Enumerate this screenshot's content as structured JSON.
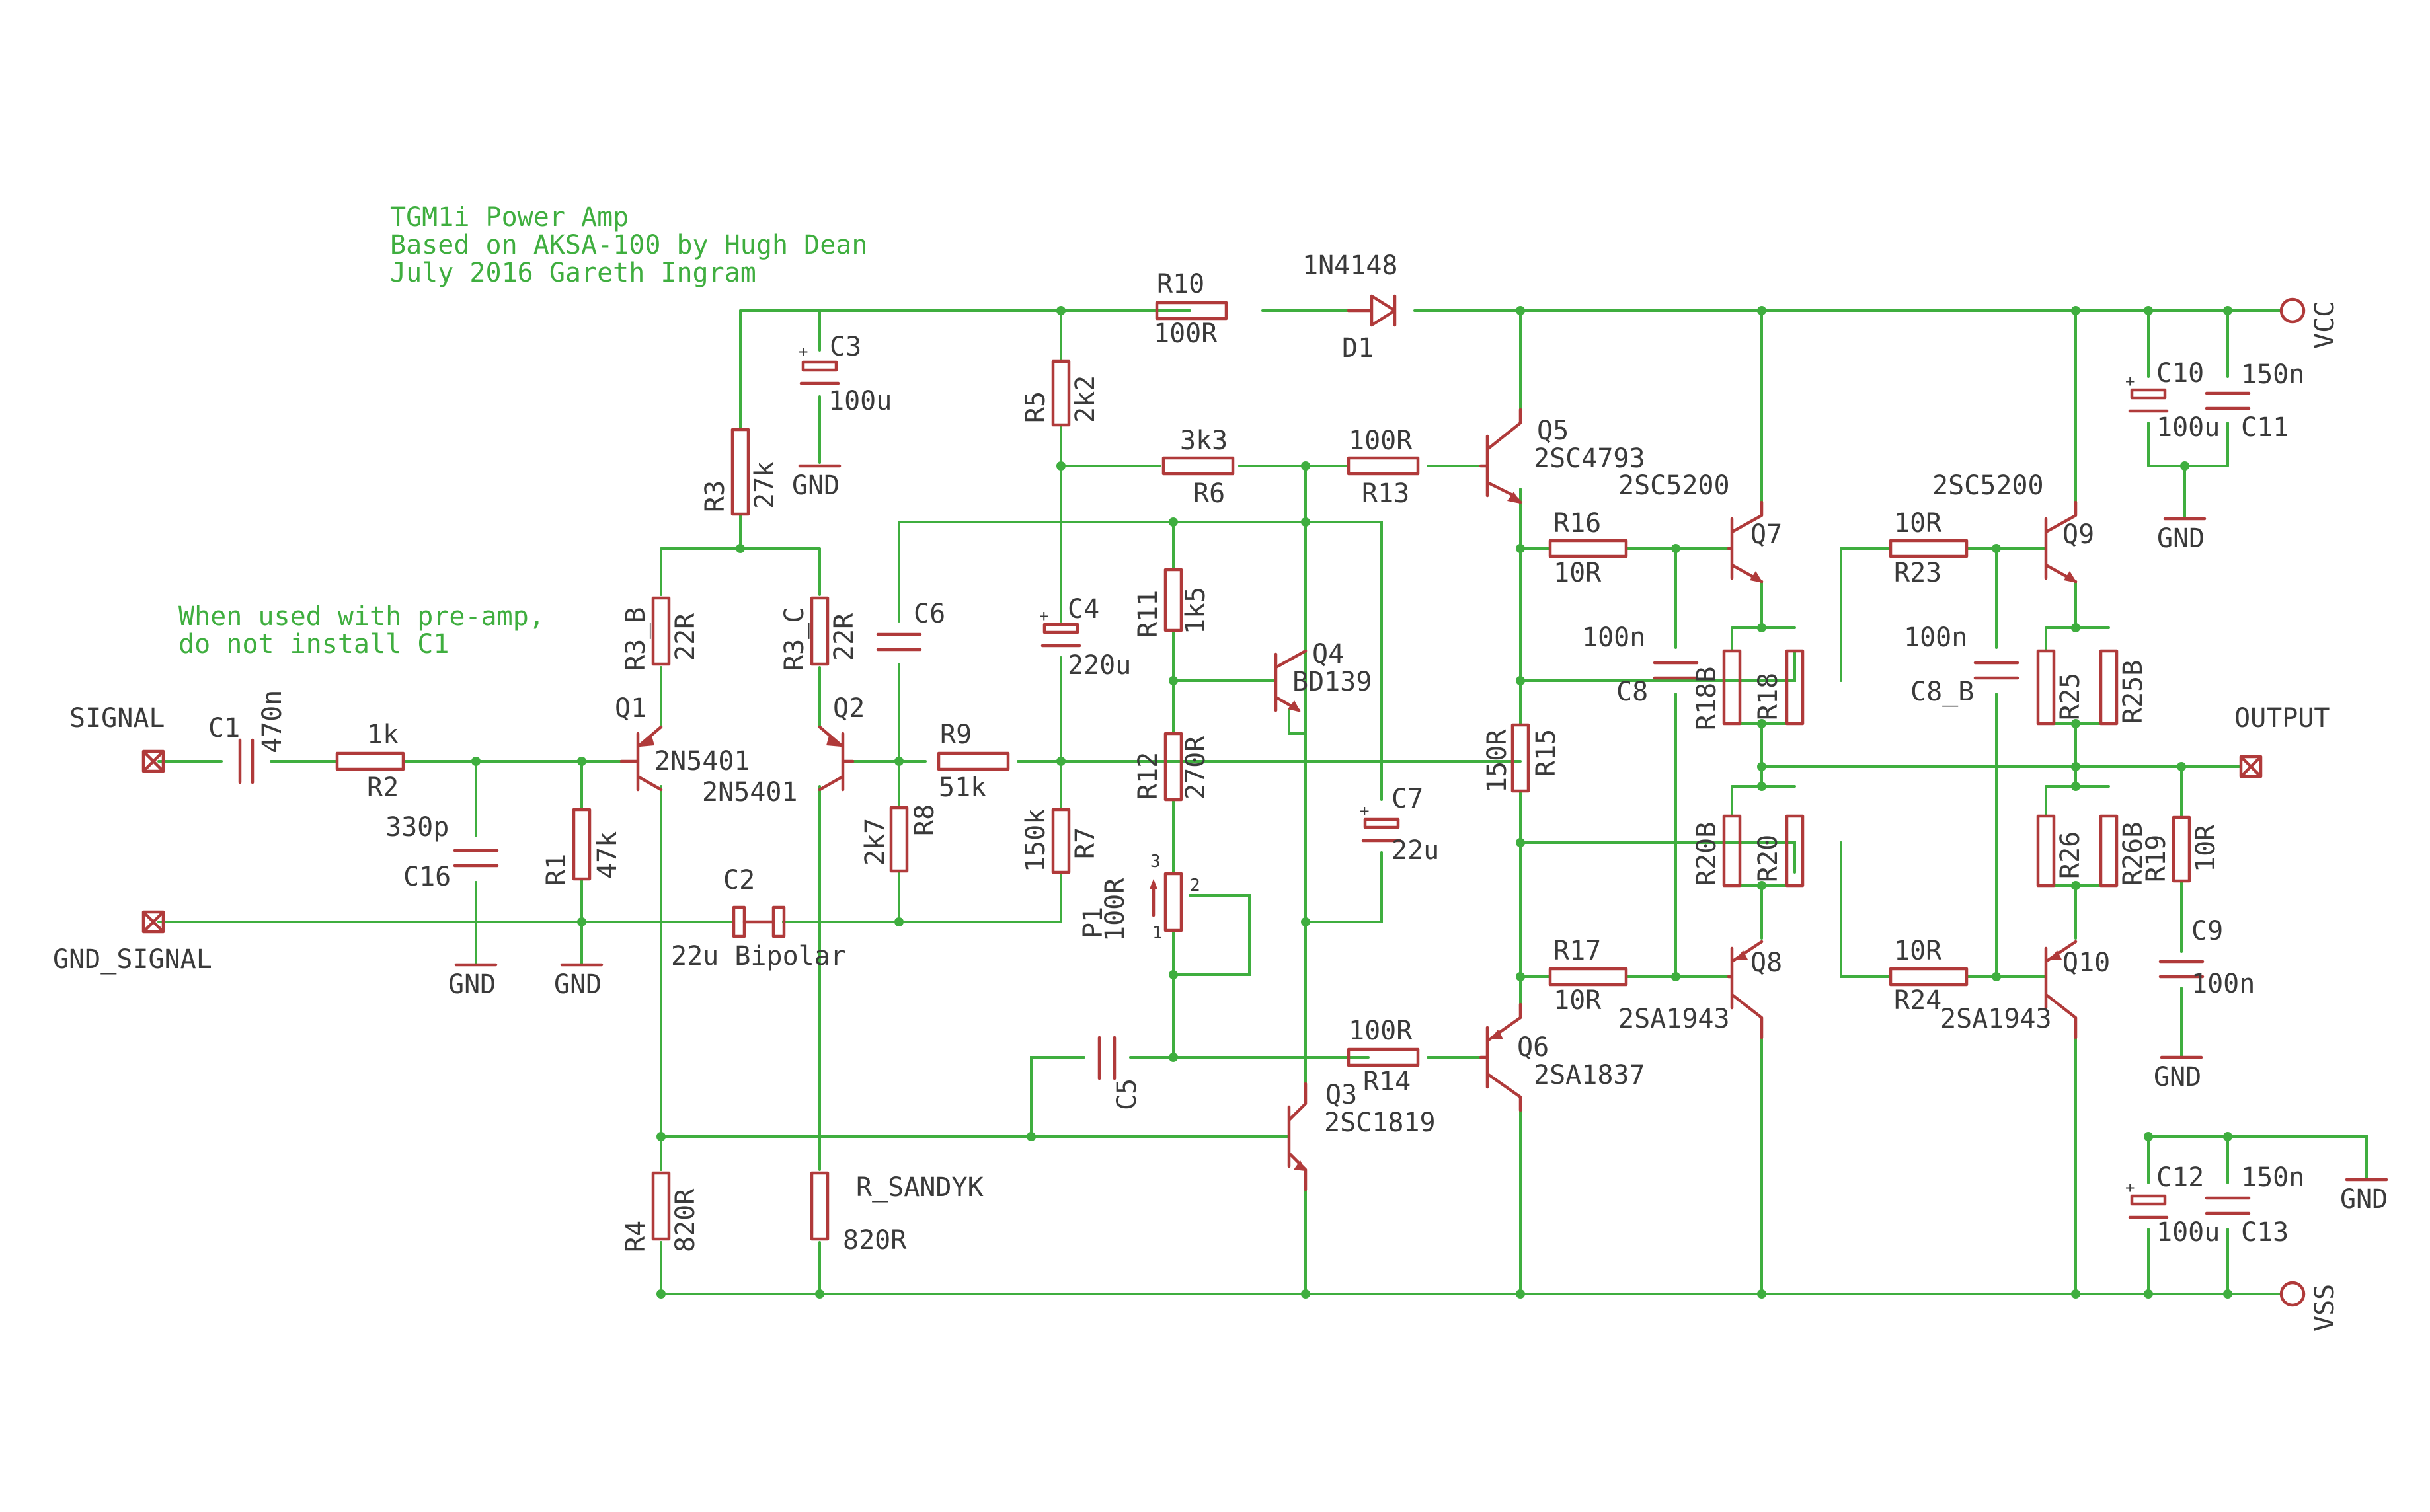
{
  "notes": {
    "title_lines": [
      "TGM1i  Power Amp",
      "Based on AKSA-100 by Hugh Dean",
      "July 2016 Gareth Ingram"
    ],
    "preamp_lines": [
      "When used with pre-amp,",
      "do not install C1"
    ]
  },
  "colors": {
    "wire": "#3fae3f",
    "symbol": "#b03a3a",
    "text": "#3a3a3a",
    "note": "#3fae3f"
  },
  "nets": {
    "signal": "SIGNAL",
    "gnd_signal": "GND_SIGNAL",
    "output": "OUTPUT",
    "vcc": "VCC",
    "vss": "VSS",
    "gnd": "GND"
  },
  "parts": {
    "C1": {
      "name": "C1",
      "value": "470n"
    },
    "R2": {
      "name": "R2",
      "value": "1k"
    },
    "C16": {
      "name": "C16",
      "value": "330p"
    },
    "R1": {
      "name": "R1",
      "value": "47k"
    },
    "C2": {
      "name": "C2",
      "value": "22u Bipolar"
    },
    "Q1": {
      "name": "Q1",
      "value": "2N5401"
    },
    "Q2": {
      "name": "Q2",
      "value": "2N5401"
    },
    "R3B": {
      "name": "R3_B",
      "value": "22R"
    },
    "R3C": {
      "name": "R3_C",
      "value": "22R"
    },
    "R3": {
      "name": "R3",
      "value": "27k"
    },
    "C3": {
      "name": "C3",
      "value": "100u"
    },
    "C6": {
      "name": "C6",
      "value": ""
    },
    "R8": {
      "name": "R8",
      "value": "2k7"
    },
    "R9": {
      "name": "R9",
      "value": "51k"
    },
    "R4": {
      "name": "R4",
      "value": "820R"
    },
    "RS": {
      "name": "R_SANDYK",
      "value": "820R"
    },
    "R5": {
      "name": "R5",
      "value": "2k2"
    },
    "C4": {
      "name": "C4",
      "value": "220u"
    },
    "R7": {
      "name": "R7",
      "value": "150k"
    },
    "R10": {
      "name": "R10",
      "value": "100R"
    },
    "D1": {
      "name": "D1",
      "value": "1N4148"
    },
    "R6": {
      "name": "R6",
      "value": "3k3"
    },
    "R13": {
      "name": "R13",
      "value": "100R"
    },
    "R11": {
      "name": "R11",
      "value": "1k5"
    },
    "R12": {
      "name": "R12",
      "value": "270R"
    },
    "P1": {
      "name": "P1",
      "value": "100R"
    },
    "Q4": {
      "name": "Q4",
      "value": "BD139"
    },
    "C7": {
      "name": "C7",
      "value": "22u"
    },
    "C5": {
      "name": "C5",
      "value": ""
    },
    "Q3": {
      "name": "Q3",
      "value": "2SC1819"
    },
    "R14": {
      "name": "R14",
      "value": "100R"
    },
    "Q5": {
      "name": "Q5",
      "value": "2SC4793"
    },
    "Q6": {
      "name": "Q6",
      "value": "2SA1837"
    },
    "R15": {
      "name": "R15",
      "value": "150R"
    },
    "R16": {
      "name": "R16",
      "value": "10R"
    },
    "R17": {
      "name": "R17",
      "value": "10R"
    },
    "Q7": {
      "name": "Q7",
      "value": "2SC5200"
    },
    "Q8": {
      "name": "Q8",
      "value": "2SA1943"
    },
    "C8": {
      "name": "C8",
      "value": "100n"
    },
    "R18": {
      "name": "R18",
      "value": ""
    },
    "R18B": {
      "name": "R18B",
      "value": ""
    },
    "R20": {
      "name": "R20",
      "value": ""
    },
    "R20B": {
      "name": "R20B",
      "value": ""
    },
    "R23": {
      "name": "R23",
      "value": "10R"
    },
    "R24": {
      "name": "R24",
      "value": "10R"
    },
    "Q9": {
      "name": "Q9",
      "value": "2SC5200"
    },
    "Q10": {
      "name": "Q10",
      "value": "2SA1943"
    },
    "C8B": {
      "name": "C8_B",
      "value": "100n"
    },
    "R25": {
      "name": "R25",
      "value": ""
    },
    "R25B": {
      "name": "R25B",
      "value": ""
    },
    "R26": {
      "name": "R26",
      "value": ""
    },
    "R26B": {
      "name": "R26B",
      "value": ""
    },
    "R19": {
      "name": "R19",
      "value": "10R"
    },
    "C9": {
      "name": "C9",
      "value": "100n"
    },
    "C10": {
      "name": "C10",
      "value": "100u"
    },
    "C11": {
      "name": "C11",
      "value": "150n"
    },
    "C12": {
      "name": "C12",
      "value": "100u"
    },
    "C13": {
      "name": "C13",
      "value": "150n"
    }
  },
  "pin_labels": {
    "p1": "1",
    "p2": "2",
    "p3": "3"
  }
}
